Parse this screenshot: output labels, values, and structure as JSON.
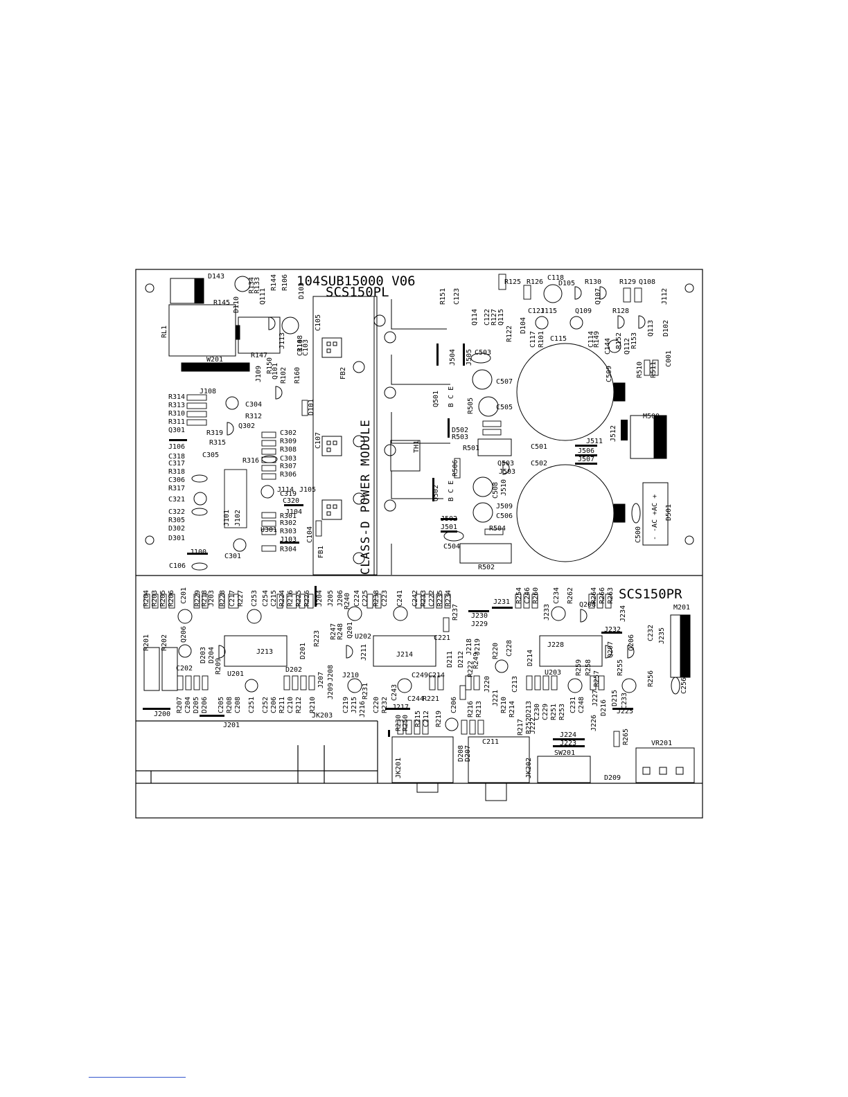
{
  "board": {
    "top_title": "104SUB15000 V06",
    "top_subtitle": "SCS150PL",
    "rail_text": "CLASS-D POWER MODULE",
    "bottom_title": "SCS150PR"
  },
  "labels": [
    {
      "id": "D143",
      "t": "D143"
    },
    {
      "id": "R134",
      "t": "R134"
    },
    {
      "id": "R133",
      "t": "R133"
    },
    {
      "id": "R144",
      "t": "R144"
    },
    {
      "id": "R106",
      "t": "R106"
    },
    {
      "id": "D103",
      "t": "D103"
    },
    {
      "id": "Q111",
      "t": "Q111"
    },
    {
      "id": "R145",
      "t": "R145"
    },
    {
      "id": "D110",
      "t": "D110"
    },
    {
      "id": "C105",
      "t": "C105"
    },
    {
      "id": "J113",
      "t": "J113"
    },
    {
      "id": "R148",
      "t": "R148"
    },
    {
      "id": "RL1",
      "t": "RL1"
    },
    {
      "id": "W201",
      "t": "W201"
    },
    {
      "id": "R147",
      "t": "R147"
    },
    {
      "id": "C110",
      "t": "C110"
    },
    {
      "id": "C103",
      "t": "C103"
    },
    {
      "id": "R150",
      "t": "R150"
    },
    {
      "id": "Q101",
      "t": "Q101"
    },
    {
      "id": "R102",
      "t": "R102"
    },
    {
      "id": "R160",
      "t": "R160"
    },
    {
      "id": "J109",
      "t": "J109"
    },
    {
      "id": "J108",
      "t": "J108"
    },
    {
      "id": "FB2",
      "t": "FB2"
    },
    {
      "id": "R314",
      "t": "R314"
    },
    {
      "id": "R313",
      "t": "R313"
    },
    {
      "id": "R310",
      "t": "R310"
    },
    {
      "id": "R311",
      "t": "R311"
    },
    {
      "id": "Q301",
      "t": "Q301"
    },
    {
      "id": "C304",
      "t": "C304"
    },
    {
      "id": "R312",
      "t": "R312"
    },
    {
      "id": "Q302",
      "t": "Q302"
    },
    {
      "id": "R319",
      "t": "R319"
    },
    {
      "id": "R315",
      "t": "R315"
    },
    {
      "id": "D101",
      "t": "D101"
    },
    {
      "id": "J106",
      "t": "J106"
    },
    {
      "id": "C318",
      "t": "C318"
    },
    {
      "id": "C317",
      "t": "C317"
    },
    {
      "id": "C305",
      "t": "C305"
    },
    {
      "id": "R316",
      "t": "R316"
    },
    {
      "id": "R318",
      "t": "R318"
    },
    {
      "id": "C306",
      "t": "C306"
    },
    {
      "id": "R317",
      "t": "R317"
    },
    {
      "id": "C321",
      "t": "C321"
    },
    {
      "id": "C322",
      "t": "C322"
    },
    {
      "id": "R305",
      "t": "R305"
    },
    {
      "id": "D302",
      "t": "D302"
    },
    {
      "id": "D301",
      "t": "D301"
    },
    {
      "id": "J100",
      "t": "J100"
    },
    {
      "id": "C301",
      "t": "C301"
    },
    {
      "id": "C106",
      "t": "C106"
    },
    {
      "id": "U301",
      "t": "U301"
    },
    {
      "id": "J101",
      "t": "J101"
    },
    {
      "id": "J102",
      "t": "J102"
    },
    {
      "id": "C302",
      "t": "C302"
    },
    {
      "id": "R309",
      "t": "R309"
    },
    {
      "id": "R308",
      "t": "R308"
    },
    {
      "id": "C303",
      "t": "C303"
    },
    {
      "id": "R307",
      "t": "R307"
    },
    {
      "id": "R306",
      "t": "R306"
    },
    {
      "id": "J114",
      "t": "J114"
    },
    {
      "id": "J105",
      "t": "J105"
    },
    {
      "id": "C319",
      "t": "C319"
    },
    {
      "id": "C320",
      "t": "C320"
    },
    {
      "id": "J104",
      "t": "J104"
    },
    {
      "id": "R301",
      "t": "R301"
    },
    {
      "id": "R302",
      "t": "R302"
    },
    {
      "id": "R303",
      "t": "R303"
    },
    {
      "id": "J103",
      "t": "J103"
    },
    {
      "id": "R304",
      "t": "R304"
    },
    {
      "id": "C107",
      "t": "C107"
    },
    {
      "id": "C104",
      "t": "C104"
    },
    {
      "id": "FB1",
      "t": "FB1"
    },
    {
      "id": "R151",
      "t": "R151"
    },
    {
      "id": "C123",
      "t": "C123"
    },
    {
      "id": "Q114",
      "t": "Q114"
    },
    {
      "id": "C122",
      "t": "C122"
    },
    {
      "id": "R127",
      "t": "R127"
    },
    {
      "id": "Q115",
      "t": "Q115"
    },
    {
      "id": "R125",
      "t": "R125"
    },
    {
      "id": "R126",
      "t": "R126"
    },
    {
      "id": "C121",
      "t": "C121"
    },
    {
      "id": "J115",
      "t": "J115"
    },
    {
      "id": "C118",
      "t": "C118"
    },
    {
      "id": "D105",
      "t": "D105"
    },
    {
      "id": "R130",
      "t": "R130"
    },
    {
      "id": "R129",
      "t": "R129"
    },
    {
      "id": "Q108",
      "t": "Q108"
    },
    {
      "id": "J112",
      "t": "J112"
    },
    {
      "id": "Q109",
      "t": "Q109"
    },
    {
      "id": "Q107",
      "t": "Q107"
    },
    {
      "id": "R128",
      "t": "R128"
    },
    {
      "id": "Q113",
      "t": "Q113"
    },
    {
      "id": "D102",
      "t": "D102"
    },
    {
      "id": "R122",
      "t": "R122"
    },
    {
      "id": "D104",
      "t": "D104"
    },
    {
      "id": "C117",
      "t": "C117"
    },
    {
      "id": "R101",
      "t": "R101"
    },
    {
      "id": "C115",
      "t": "C115"
    },
    {
      "id": "C114",
      "t": "C114"
    },
    {
      "id": "R149",
      "t": "R149"
    },
    {
      "id": "C144",
      "t": "C144"
    },
    {
      "id": "Q112",
      "t": "Q112"
    },
    {
      "id": "R152",
      "t": "R152"
    },
    {
      "id": "R153",
      "t": "R153"
    },
    {
      "id": "J504",
      "t": "J504"
    },
    {
      "id": "J505",
      "t": "J505"
    },
    {
      "id": "C503",
      "t": "C503"
    },
    {
      "id": "Q501",
      "t": "Q501"
    },
    {
      "id": "BCE1",
      "t": "B C E"
    },
    {
      "id": "C507",
      "t": "C507"
    },
    {
      "id": "R505",
      "t": "R505"
    },
    {
      "id": "C505",
      "t": "C505"
    },
    {
      "id": "D502",
      "t": "D502"
    },
    {
      "id": "R503",
      "t": "R503"
    },
    {
      "id": "R501",
      "t": "R501"
    },
    {
      "id": "C509",
      "t": "C509"
    },
    {
      "id": "R510",
      "t": "R510"
    },
    {
      "id": "R511",
      "t": "R511"
    },
    {
      "id": "C001",
      "t": "C001"
    },
    {
      "id": "M500",
      "t": "M500"
    },
    {
      "id": "J512",
      "t": "J512"
    },
    {
      "id": "J511",
      "t": "J511"
    },
    {
      "id": "C501",
      "t": "C501"
    },
    {
      "id": "J506",
      "t": "J506"
    },
    {
      "id": "J507",
      "t": "J507"
    },
    {
      "id": "C502",
      "t": "C502"
    },
    {
      "id": "TH1",
      "t": "TH1"
    },
    {
      "id": "R506",
      "t": "R506"
    },
    {
      "id": "Q503",
      "t": "Q503"
    },
    {
      "id": "J503",
      "t": "J503"
    },
    {
      "id": "Q502",
      "t": "Q502"
    },
    {
      "id": "BCE2",
      "t": "B C E"
    },
    {
      "id": "C508",
      "t": "C508"
    },
    {
      "id": "J510",
      "t": "J510"
    },
    {
      "id": "J509",
      "t": "J509"
    },
    {
      "id": "C506",
      "t": "C506"
    },
    {
      "id": "J502",
      "t": "J502"
    },
    {
      "id": "J501",
      "t": "J501"
    },
    {
      "id": "R504",
      "t": "R504"
    },
    {
      "id": "C504",
      "t": "C504"
    },
    {
      "id": "R502",
      "t": "R502"
    },
    {
      "id": "C500",
      "t": "C500"
    },
    {
      "id": "D501",
      "t": "D501"
    },
    {
      "id": "ACAC",
      "t": "- -AC +AC +"
    },
    {
      "id": "R204",
      "t": "R204"
    },
    {
      "id": "R203",
      "t": "R203"
    },
    {
      "id": "R205",
      "t": "R205"
    },
    {
      "id": "R206",
      "t": "R206"
    },
    {
      "id": "C201",
      "t": "C201"
    },
    {
      "id": "R229",
      "t": "R229"
    },
    {
      "id": "R218",
      "t": "R218"
    },
    {
      "id": "J203",
      "t": "J203"
    },
    {
      "id": "R228",
      "t": "R228"
    },
    {
      "id": "C217",
      "t": "C217"
    },
    {
      "id": "R227",
      "t": "R227"
    },
    {
      "id": "C253",
      "t": "C253"
    },
    {
      "id": "C254",
      "t": "C254"
    },
    {
      "id": "C215",
      "t": "C215"
    },
    {
      "id": "R224",
      "t": "R224"
    },
    {
      "id": "R216",
      "t": "R216"
    },
    {
      "id": "R225",
      "t": "R225"
    },
    {
      "id": "R226",
      "t": "R226"
    },
    {
      "id": "J204",
      "t": "J204"
    },
    {
      "id": "J205",
      "t": "J205"
    },
    {
      "id": "J206",
      "t": "J206"
    },
    {
      "id": "R240",
      "t": "R240"
    },
    {
      "id": "C224",
      "t": "C224"
    },
    {
      "id": "C225",
      "t": "C225"
    },
    {
      "id": "R238",
      "t": "R238"
    },
    {
      "id": "C223",
      "t": "C223"
    },
    {
      "id": "C241",
      "t": "C241"
    },
    {
      "id": "C242",
      "t": "C242"
    },
    {
      "id": "R233",
      "t": "R233"
    },
    {
      "id": "C222",
      "t": "C222"
    },
    {
      "id": "R235",
      "t": "R235"
    },
    {
      "id": "R234",
      "t": "R234"
    },
    {
      "id": "R237",
      "t": "R237"
    },
    {
      "id": "J230",
      "t": "J230"
    },
    {
      "id": "J229",
      "t": "J229"
    },
    {
      "id": "J231",
      "t": "J231"
    },
    {
      "id": "R254",
      "t": "R254"
    },
    {
      "id": "C246",
      "t": "C246"
    },
    {
      "id": "R260",
      "t": "R260"
    },
    {
      "id": "J233",
      "t": "J233"
    },
    {
      "id": "C234",
      "t": "C234"
    },
    {
      "id": "R262",
      "t": "R262"
    },
    {
      "id": "Q208",
      "t": "Q208"
    },
    {
      "id": "R264",
      "t": "R264"
    },
    {
      "id": "R266",
      "t": "R266"
    },
    {
      "id": "R263",
      "t": "R263"
    },
    {
      "id": "J234",
      "t": "J234"
    },
    {
      "id": "M201",
      "t": "M201"
    },
    {
      "id": "R201",
      "t": "R201"
    },
    {
      "id": "R202",
      "t": "R202"
    },
    {
      "id": "Q206",
      "t": "Q206"
    },
    {
      "id": "C202",
      "t": "C202"
    },
    {
      "id": "D203",
      "t": "D203"
    },
    {
      "id": "D204",
      "t": "D204"
    },
    {
      "id": "J213",
      "t": "J213"
    },
    {
      "id": "D201",
      "t": "D201"
    },
    {
      "id": "D202",
      "t": "D202"
    },
    {
      "id": "R223",
      "t": "R223"
    },
    {
      "id": "R247",
      "t": "R247"
    },
    {
      "id": "R248",
      "t": "R248"
    },
    {
      "id": "Q201",
      "t": "Q201"
    },
    {
      "id": "U202",
      "t": "U202"
    },
    {
      "id": "J211",
      "t": "J211"
    },
    {
      "id": "J214",
      "t": "J214"
    },
    {
      "id": "C221",
      "t": "C221"
    },
    {
      "id": "D211",
      "t": "D211"
    },
    {
      "id": "D212",
      "t": "D212"
    },
    {
      "id": "J218",
      "t": "J218"
    },
    {
      "id": "J219",
      "t": "J219"
    },
    {
      "id": "R220",
      "t": "R220"
    },
    {
      "id": "C228",
      "t": "C228"
    },
    {
      "id": "D214",
      "t": "D214"
    },
    {
      "id": "J228",
      "t": "J228"
    },
    {
      "id": "U203",
      "t": "U203"
    },
    {
      "id": "J232",
      "t": "J232"
    },
    {
      "id": "Q207",
      "t": "Q207"
    },
    {
      "id": "Q206b",
      "t": "Q206"
    },
    {
      "id": "C232",
      "t": "C232"
    },
    {
      "id": "J235",
      "t": "J235"
    },
    {
      "id": "C256",
      "t": "C256"
    },
    {
      "id": "U201",
      "t": "U201"
    },
    {
      "id": "R209",
      "t": "R209"
    },
    {
      "id": "J208",
      "t": "J208"
    },
    {
      "id": "J210",
      "t": "J210"
    },
    {
      "id": "C249",
      "t": "C249"
    },
    {
      "id": "C214",
      "t": "C214"
    },
    {
      "id": "R249",
      "t": "R249"
    },
    {
      "id": "R222",
      "t": "R222"
    },
    {
      "id": "R259",
      "t": "R259"
    },
    {
      "id": "R258",
      "t": "R258"
    },
    {
      "id": "R257",
      "t": "R257"
    },
    {
      "id": "R255",
      "t": "R255"
    },
    {
      "id": "R256",
      "t": "R256"
    },
    {
      "id": "R207",
      "t": "R207"
    },
    {
      "id": "C204",
      "t": "C204"
    },
    {
      "id": "D205",
      "t": "D205"
    },
    {
      "id": "D206",
      "t": "D206"
    },
    {
      "id": "C205",
      "t": "C205"
    },
    {
      "id": "R208",
      "t": "R208"
    },
    {
      "id": "C208",
      "t": "C208"
    },
    {
      "id": "C251",
      "t": "C251"
    },
    {
      "id": "C252",
      "t": "C252"
    },
    {
      "id": "C206",
      "t": "C206"
    },
    {
      "id": "R211",
      "t": "R211"
    },
    {
      "id": "C210",
      "t": "C210"
    },
    {
      "id": "R212",
      "t": "R212"
    },
    {
      "id": "R210",
      "t": "R210"
    },
    {
      "id": "J207",
      "t": "J207"
    },
    {
      "id": "J209",
      "t": "J209"
    },
    {
      "id": "R231",
      "t": "R231"
    },
    {
      "id": "C219",
      "t": "C219"
    },
    {
      "id": "J215",
      "t": "J215"
    },
    {
      "id": "J216",
      "t": "J216"
    },
    {
      "id": "C220",
      "t": "C220"
    },
    {
      "id": "R232",
      "t": "R232"
    },
    {
      "id": "C243",
      "t": "C243"
    },
    {
      "id": "C244",
      "t": "C244"
    },
    {
      "id": "R221",
      "t": "R221"
    },
    {
      "id": "J217",
      "t": "J217"
    },
    {
      "id": "R215",
      "t": "R215"
    },
    {
      "id": "C212",
      "t": "C212"
    },
    {
      "id": "R219",
      "t": "R219"
    },
    {
      "id": "C206b",
      "t": "C206"
    },
    {
      "id": "R216b",
      "t": "R216"
    },
    {
      "id": "R213",
      "t": "R213"
    },
    {
      "id": "J220",
      "t": "J220"
    },
    {
      "id": "J221",
      "t": "J221"
    },
    {
      "id": "R210b",
      "t": "R210"
    },
    {
      "id": "R214",
      "t": "R214"
    },
    {
      "id": "C213",
      "t": "C213"
    },
    {
      "id": "R217",
      "t": "R217"
    },
    {
      "id": "D213",
      "t": "D213"
    },
    {
      "id": "R252",
      "t": "R252"
    },
    {
      "id": "C230",
      "t": "C230"
    },
    {
      "id": "C229",
      "t": "C229"
    },
    {
      "id": "R251",
      "t": "R251"
    },
    {
      "id": "R253",
      "t": "R253"
    },
    {
      "id": "C231",
      "t": "C231"
    },
    {
      "id": "C248",
      "t": "C248"
    },
    {
      "id": "J227",
      "t": "J227"
    },
    {
      "id": "D216",
      "t": "D216"
    },
    {
      "id": "D215",
      "t": "D215"
    },
    {
      "id": "C233",
      "t": "C233"
    },
    {
      "id": "J225",
      "t": "J225"
    },
    {
      "id": "J226",
      "t": "J226"
    },
    {
      "id": "J222",
      "t": "J222"
    },
    {
      "id": "J200",
      "t": "J200"
    },
    {
      "id": "JK203",
      "t": "JK203"
    },
    {
      "id": "J201",
      "t": "J201"
    },
    {
      "id": "R230",
      "t": "R230"
    },
    {
      "id": "R250",
      "t": "R250"
    },
    {
      "id": "C211",
      "t": "C211"
    },
    {
      "id": "J224",
      "t": "J224"
    },
    {
      "id": "J223",
      "t": "J223"
    },
    {
      "id": "SW201",
      "t": "SW201"
    },
    {
      "id": "R265",
      "t": "R265"
    },
    {
      "id": "VR201",
      "t": "VR201"
    },
    {
      "id": "JK201",
      "t": "JK201"
    },
    {
      "id": "D208",
      "t": "D208"
    },
    {
      "id": "D207",
      "t": "D207"
    },
    {
      "id": "JK202",
      "t": "JK202"
    },
    {
      "id": "D209",
      "t": "D209"
    }
  ]
}
